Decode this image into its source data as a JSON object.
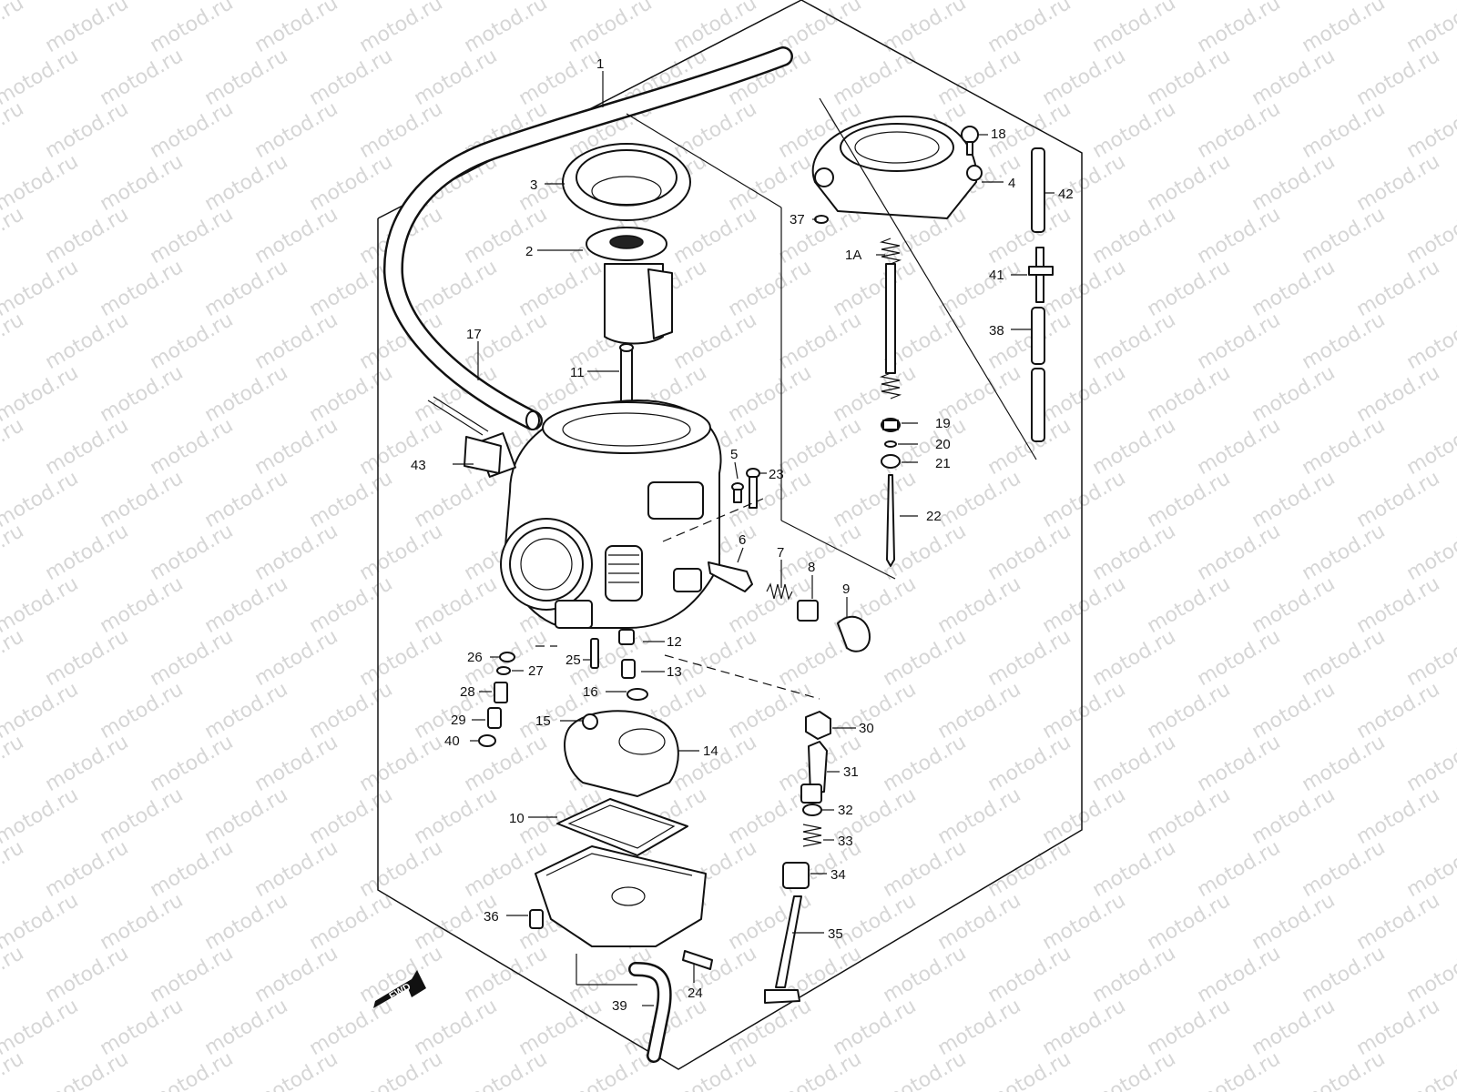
{
  "watermark": "motod.ru",
  "fwd_label": "FWD",
  "callouts": {
    "c1": "1",
    "c1A": "1A",
    "c2": "2",
    "c3": "3",
    "c4": "4",
    "c5": "5",
    "c6": "6",
    "c7": "7",
    "c8": "8",
    "c9": "9",
    "c10": "10",
    "c11": "11",
    "c12": "12",
    "c13": "13",
    "c14": "14",
    "c15": "15",
    "c16": "16",
    "c17": "17",
    "c18": "18",
    "c19": "19",
    "c20": "20",
    "c21": "21",
    "c22": "22",
    "c23": "23",
    "c24": "24",
    "c25": "25",
    "c26": "26",
    "c27": "27",
    "c28": "28",
    "c29": "29",
    "c30": "30",
    "c31": "31",
    "c32": "32",
    "c33": "33",
    "c34": "34",
    "c35": "35",
    "c36": "36",
    "c37": "37",
    "c38": "38",
    "c39": "39",
    "c40": "40",
    "c41": "41",
    "c42": "42",
    "c43": "43"
  }
}
